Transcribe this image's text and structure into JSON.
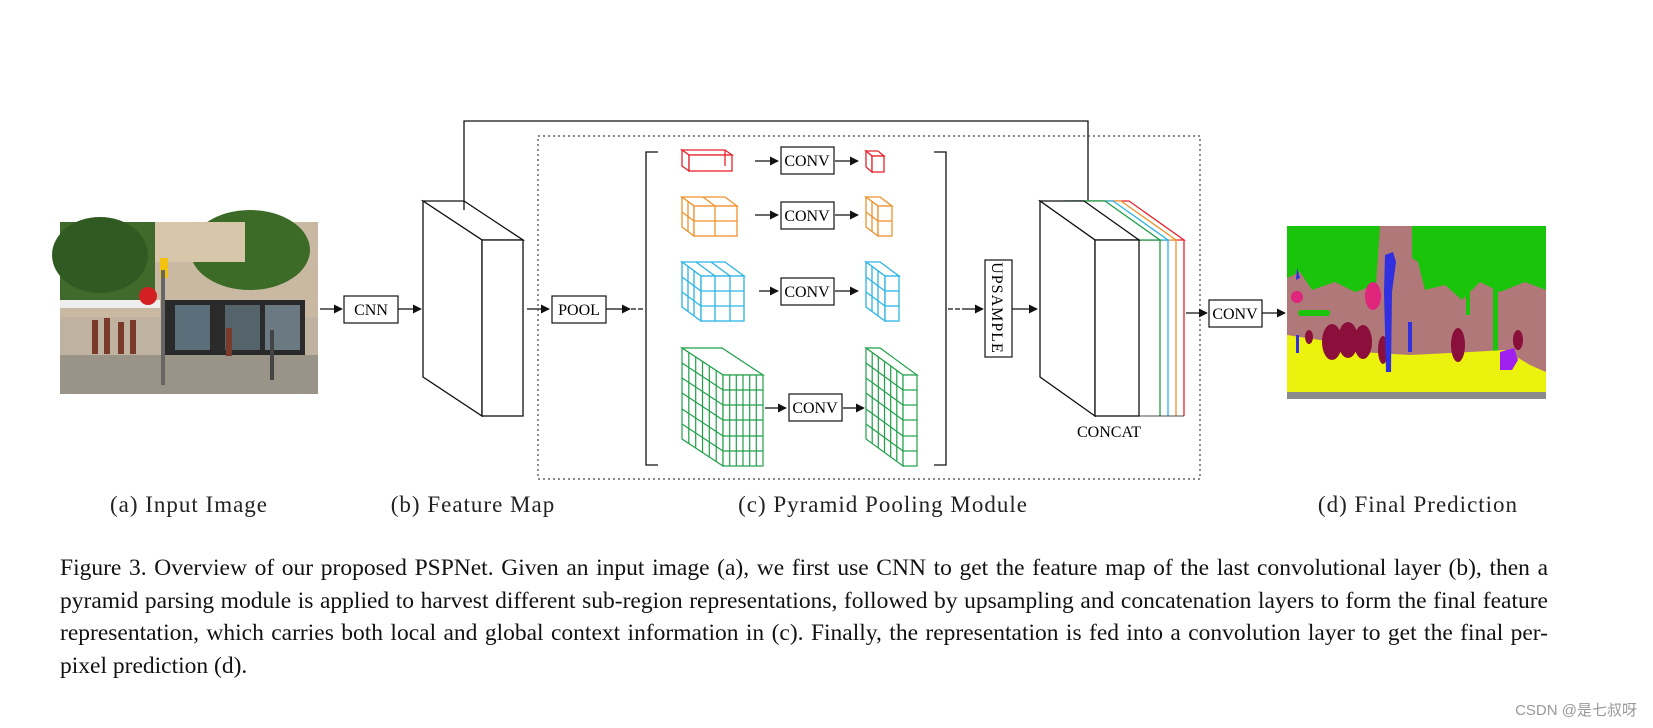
{
  "diagram": {
    "stage_a": "(a) Input Image",
    "stage_b": "(b) Feature Map",
    "stage_c": "(c) Pyramid Pooling Module",
    "stage_d": "(d) Final Prediction",
    "cnn_label": "CNN",
    "pool_label": "POOL",
    "conv_label": "CONV",
    "upsample_label": "UPSAMPLE",
    "concat_label": "CONCAT",
    "final_conv_label": "CONV",
    "pyramid_colors": [
      "#e8222d",
      "#f0922c",
      "#2bb4e6",
      "#1fa048"
    ],
    "segmentation_colors": {
      "building": "#b07878",
      "vegetation": "#19c40b",
      "ground": "#eaf20d",
      "person": "#8a0f3a",
      "pole": "#3030e0",
      "sign": "#e0257d",
      "bicycle": "#a020f0",
      "road": "#8c8c8c"
    }
  },
  "caption": "Figure 3. Overview of our proposed PSPNet. Given an input image (a), we first use CNN to get the feature map of the last convolutional layer (b), then a pyramid parsing module is applied to harvest different sub-region representations, followed by upsampling and concatenation layers to form the final feature representation, which carries both local and global context information in (c). Finally, the representation is fed into a convolution layer to get the final per-pixel prediction (d).",
  "watermark": "CSDN @是七叔呀"
}
